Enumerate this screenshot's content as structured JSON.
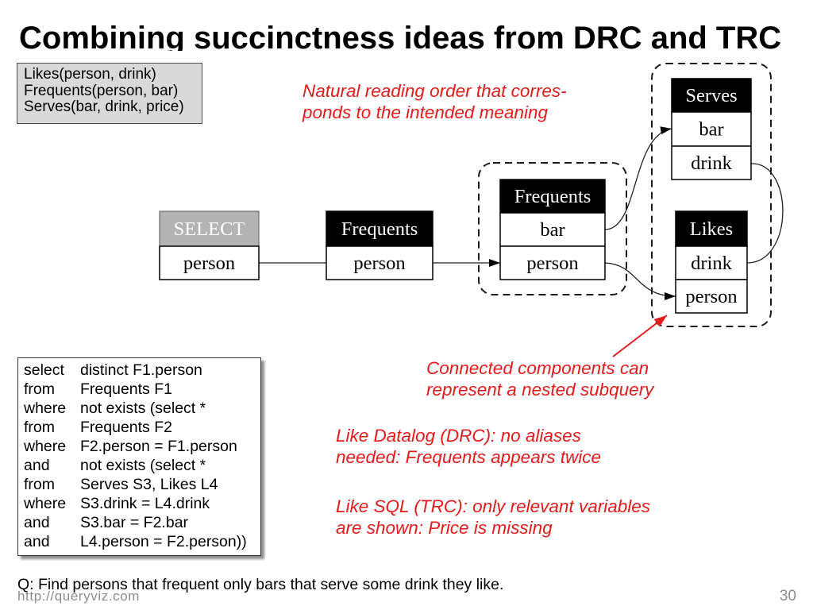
{
  "slide": {
    "title": "Combining succinctness ideas from DRC and TRC",
    "question": "Q: Find persons that frequent only bars that serve some drink they like.",
    "footer_url": "http://queryviz.com",
    "page_number": "30"
  },
  "schema": {
    "relations": [
      "Likes(person, drink)",
      "Frequents(person, bar)",
      "Serves(bar, drink, price)"
    ]
  },
  "annotations": {
    "reading_order": [
      "Natural reading order that corres-",
      "ponds to the intended meaning"
    ],
    "nested_subquery": [
      "Connected components can",
      "represent a nested subquery"
    ],
    "datalog": [
      "Like Datalog (DRC): no aliases",
      "needed: Frequents appears twice"
    ],
    "sql": [
      "Like SQL (TRC): only relevant variables",
      "are shown: Price is missing"
    ]
  },
  "diagram": {
    "select": {
      "header": "SELECT",
      "rows": [
        "person"
      ]
    },
    "frequents_outer": {
      "header": "Frequents",
      "rows": [
        "person"
      ]
    },
    "frequents_inner": {
      "header": "Frequents",
      "rows": [
        "bar",
        "person"
      ]
    },
    "serves": {
      "header": "Serves",
      "rows": [
        "bar",
        "drink"
      ]
    },
    "likes": {
      "header": "Likes",
      "rows": [
        "drink",
        "person"
      ]
    }
  },
  "sql_query": {
    "lines": [
      {
        "keyword": "select",
        "expression": "distinct F1.person"
      },
      {
        "keyword": "from",
        "expression": "Frequents F1"
      },
      {
        "keyword": "where",
        "expression": "not exists (select *"
      },
      {
        "keyword": "from",
        "expression": "Frequents F2"
      },
      {
        "keyword": "where",
        "expression": "F2.person = F1.person"
      },
      {
        "keyword": "and",
        "expression": "not exists (select *"
      },
      {
        "keyword": "from",
        "expression": "Serves S3, Likes L4"
      },
      {
        "keyword": "where",
        "expression": "S3.drink = L4.drink"
      },
      {
        "keyword": "and",
        "expression": "S3.bar = F2.bar"
      },
      {
        "keyword": "and",
        "expression": "L4.person = F2.person))"
      }
    ]
  },
  "colors": {
    "annotation_text": "#e41b1b",
    "select_header": "#b3b3b3",
    "table_header": "#000000",
    "schema_background": "#d9d9d9",
    "footer_text": "#8c8c8c"
  }
}
